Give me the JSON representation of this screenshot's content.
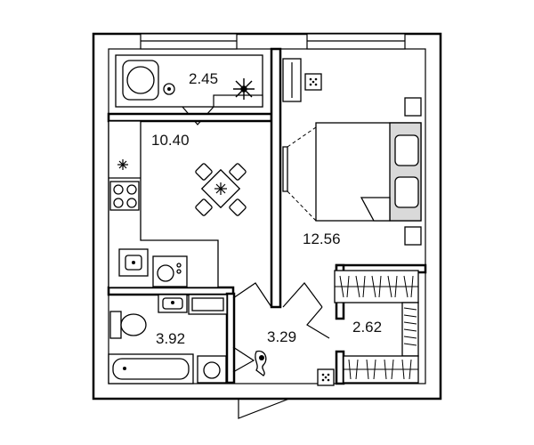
{
  "rooms": [
    {
      "id": "balcony",
      "area": "2.45"
    },
    {
      "id": "kitchen",
      "area": "10.40"
    },
    {
      "id": "bedroom",
      "area": "12.56"
    },
    {
      "id": "bathroom",
      "area": "3.92"
    },
    {
      "id": "hallway",
      "area": "3.29"
    },
    {
      "id": "closet",
      "area": "2.62"
    }
  ],
  "colors": {
    "line": "#000000",
    "fill": "#ffffff",
    "accent": "#d9d9d9"
  }
}
